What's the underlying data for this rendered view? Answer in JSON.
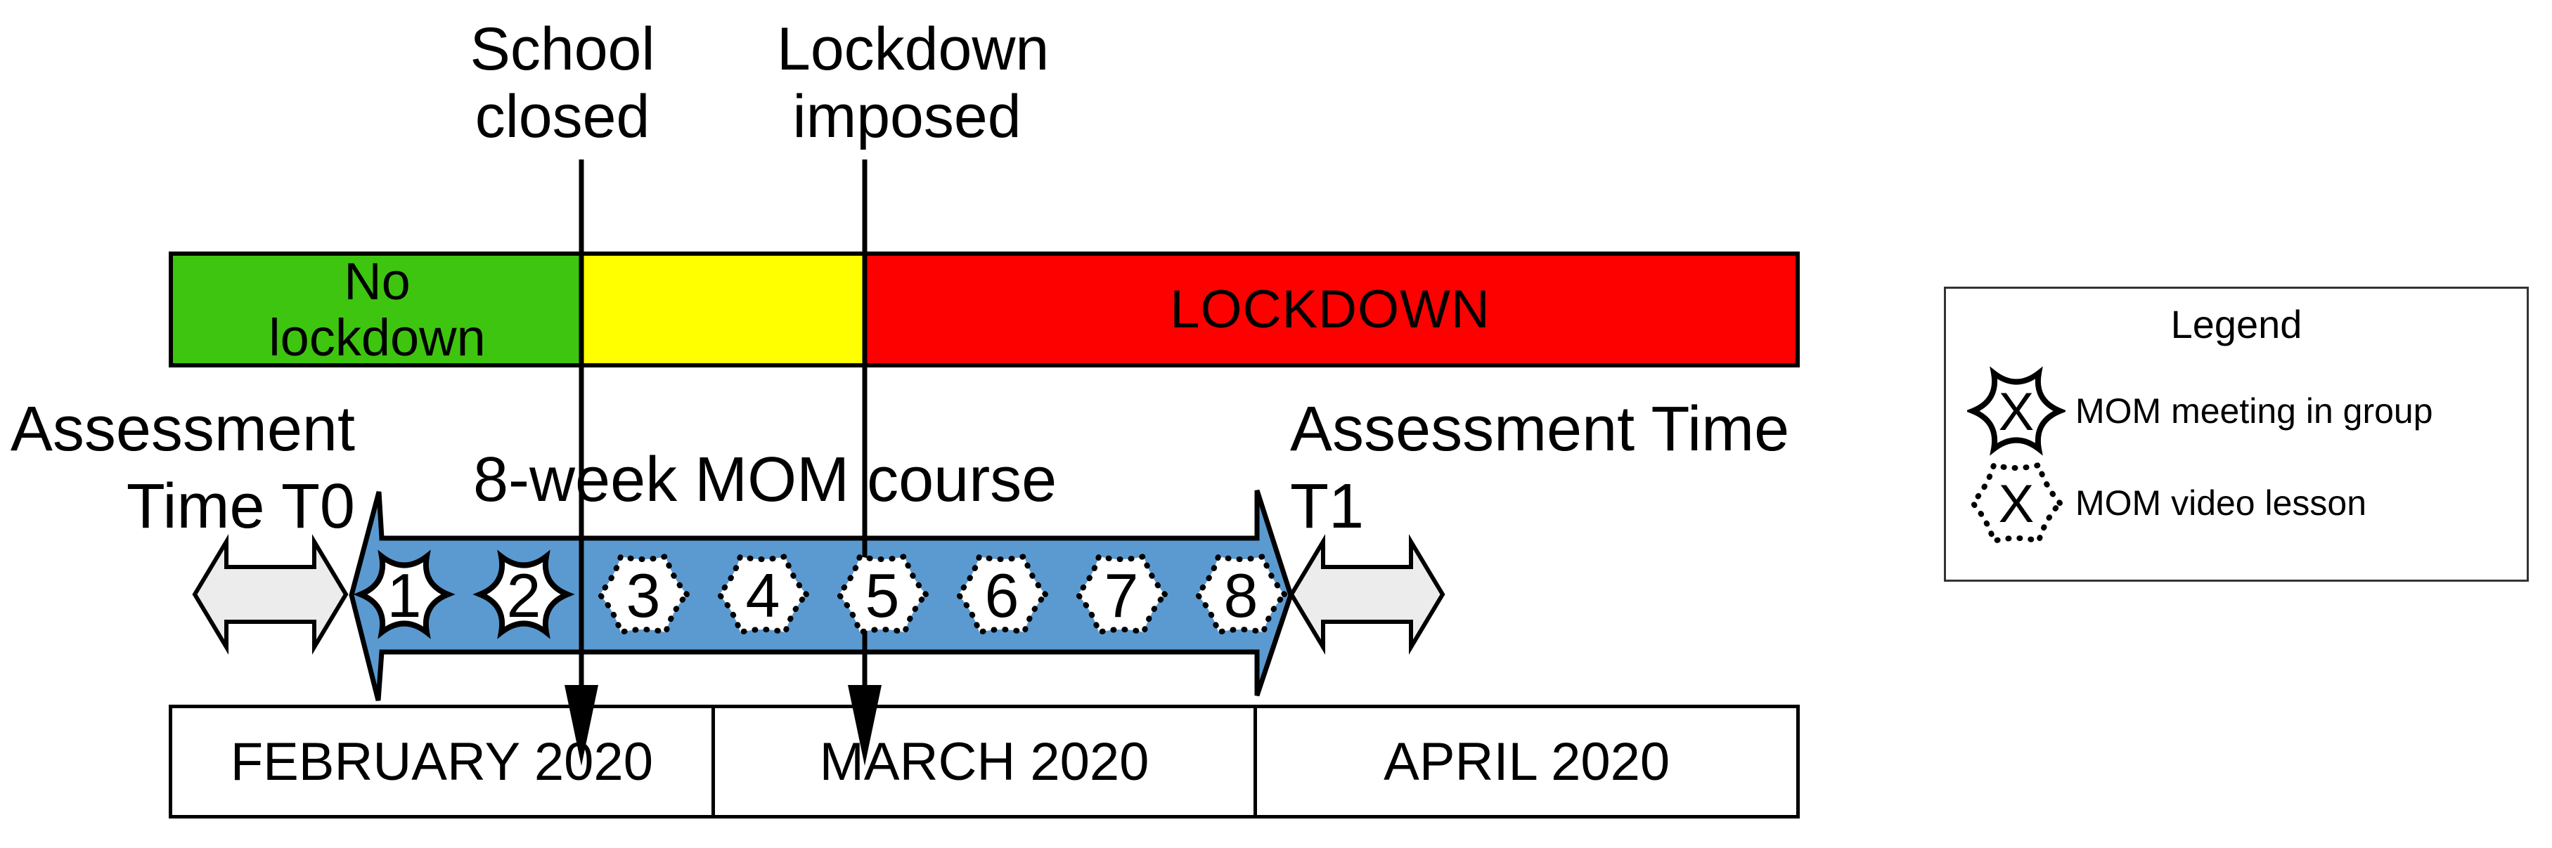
{
  "labels": {
    "school_closed": "School closed",
    "lockdown_imposed": "Lockdown imposed",
    "assessment_t0": "Assessment Time T0",
    "assessment_t1": "Assessment Time T1",
    "course": "8-week MOM course"
  },
  "status_bar": {
    "no_lockdown": "No lockdown",
    "lockdown": "LOCKDOWN",
    "colors": {
      "no_lockdown_green": "#3ec50f",
      "transition_yellow": "#ffff00",
      "lockdown_red": "#fc0100"
    }
  },
  "course_arrow": {
    "color_blue": "#5b9ad0",
    "weeks": [
      {
        "n": "1",
        "type": "group"
      },
      {
        "n": "2",
        "type": "group"
      },
      {
        "n": "3",
        "type": "video"
      },
      {
        "n": "4",
        "type": "video"
      },
      {
        "n": "5",
        "type": "video"
      },
      {
        "n": "6",
        "type": "video"
      },
      {
        "n": "7",
        "type": "video"
      },
      {
        "n": "8",
        "type": "video"
      }
    ]
  },
  "assessment_arrows": {
    "fill_gray": "#ececec"
  },
  "timeline": {
    "months": [
      "FEBRUARY 2020",
      "MARCH 2020",
      "APRIL 2020"
    ]
  },
  "legend": {
    "title": "Legend",
    "symbol_char": "X",
    "items": [
      {
        "label": "MOM meeting in group",
        "type": "group"
      },
      {
        "label": "MOM video lesson",
        "type": "video"
      }
    ]
  }
}
